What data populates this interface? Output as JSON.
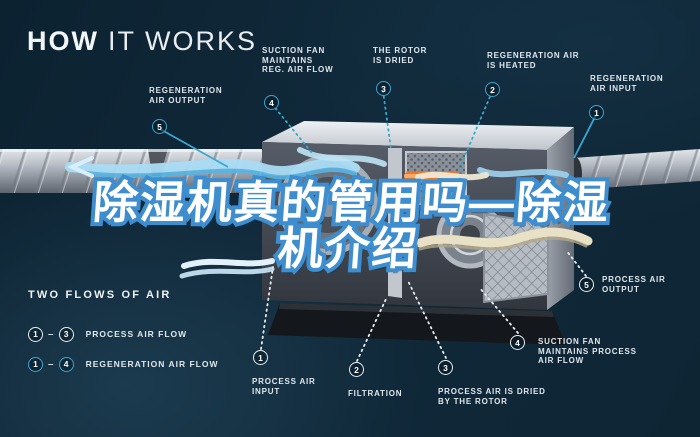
{
  "header": {
    "title_bold": "HOW",
    "title_light": "IT WORKS"
  },
  "headline": {
    "line1": "除湿机真的管用吗—除湿",
    "line2": "机介绍"
  },
  "colors": {
    "background": "#0e2534",
    "accent_cyan": "#3aa7cf",
    "process_white": "#e9eff3",
    "heater_orange": "#e8782a",
    "dry_air_cream": "#e9e1c6",
    "headline_fill": "#ffffff",
    "headline_stroke": "#3e8ecf"
  },
  "top_callouts": [
    {
      "num": "5",
      "lines": [
        "REGENERATION",
        "AIR OUTPUT"
      ]
    },
    {
      "num": "4",
      "lines": [
        "SUCTION FAN",
        "MAINTAINS",
        "REG. AIR FLOW"
      ]
    },
    {
      "num": "3",
      "lines": [
        "THE ROTOR",
        "IS DRIED"
      ]
    },
    {
      "num": "2",
      "lines": [
        "REGENERATION AIR",
        "IS HEATED"
      ]
    },
    {
      "num": "1",
      "lines": [
        "REGENERATION",
        "AIR INPUT"
      ]
    }
  ],
  "bottom_callouts": [
    {
      "num": "1",
      "lines": [
        "PROCESS AIR",
        "INPUT"
      ]
    },
    {
      "num": "2",
      "lines": [
        "FILTRATION"
      ]
    },
    {
      "num": "3",
      "lines": [
        "PROCESS AIR IS DRIED",
        "BY THE ROTOR"
      ]
    },
    {
      "num": "4",
      "lines": [
        "SUCTION FAN",
        "MAINTAINS PROCESS",
        "AIR FLOW"
      ]
    },
    {
      "num": "5",
      "lines": [
        "PROCESS AIR",
        "OUTPUT"
      ]
    }
  ],
  "legend": {
    "title": "TWO FLOWS OF AIR",
    "rows": [
      {
        "from": "1",
        "to": "3",
        "separator": "–",
        "label": "PROCESS AIR FLOW"
      },
      {
        "from": "1",
        "to": "4",
        "separator": "–",
        "label": "REGENERATION AIR FLOW"
      }
    ]
  }
}
